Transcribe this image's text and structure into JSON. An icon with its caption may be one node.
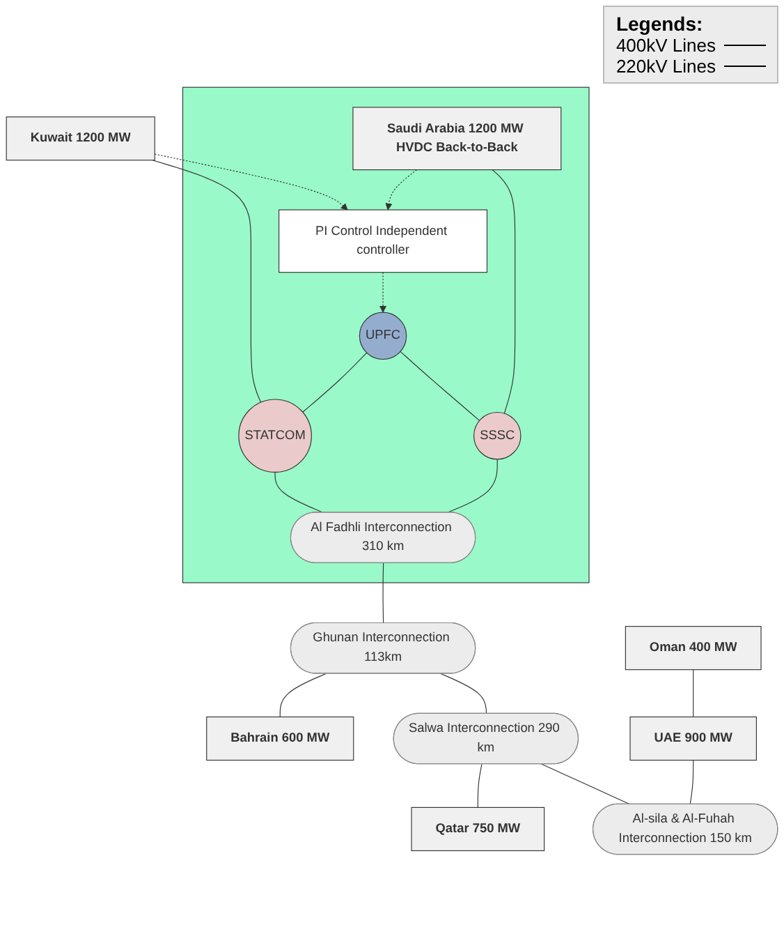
{
  "diagram": {
    "nodes": [
      {
        "text": [],
        "shape": "box"
      },
      {
        "text": [
          "PI Control Independent controller"
        ],
        "in": 0
      },
      {
        "text": [
          "Kuwait 1200 MW"
        ]
      },
      {
        "text": [
          "UPFC"
        ],
        "in": 0
      },
      {
        "text": [
          "STATCOM"
        ],
        "in": 0
      },
      {
        "text": [
          "Saudi Arabia 1200 MW HVDC Back-to-Back"
        ],
        "in": 0
      },
      {
        "text": [
          "SSSC"
        ],
        "in": 0
      },
      {
        "text": [
          "Al Fadhli Interconnection 310 km"
        ],
        "in": 0
      },
      {
        "text": [
          "Ghunan Interconnection 113km"
        ]
      },
      {
        "text": [
          "Bahrain 600 MW"
        ]
      },
      {
        "text": [
          "Salwa Interconnection 290 km"
        ]
      },
      {
        "text": [
          "Qatar 750 MW"
        ]
      },
      {
        "text": [
          "Oman 400 MW"
        ]
      },
      {
        "text": [
          "UAE 900 MW"
        ]
      },
      {
        "text": [
          "Al-sila & Al-Fuhah Interconnection 150 km"
        ]
      }
    ],
    "edges": [
      {
        "from": 2,
        "to": 1,
        "arrow": "to",
        "style": "dashed"
      },
      {
        "from": 1,
        "to": 3,
        "arrow": "to",
        "style": "dashed"
      },
      {
        "from": 5,
        "to": 1,
        "arrow": "to",
        "style": "dashed"
      },
      {
        "from": 2,
        "to": 4,
        "arrow": "none"
      },
      {
        "from": 3,
        "to": 4,
        "arrow": "none"
      },
      {
        "from": 3,
        "to": 6,
        "arrow": "none"
      },
      {
        "from": 4,
        "to": 7,
        "arrow": "none"
      },
      {
        "from": 5,
        "to": 6,
        "arrow": "none"
      },
      {
        "from": 6,
        "to": 7,
        "arrow": "none"
      },
      {
        "from": 7,
        "to": 8,
        "arrow": "none"
      },
      {
        "from": 8,
        "to": 9,
        "arrow": "none"
      },
      {
        "from": 8,
        "to": 10,
        "arrow": "none"
      },
      {
        "from": 10,
        "to": 11,
        "arrow": "none"
      },
      {
        "from": 10,
        "to": 14,
        "arrow": "none"
      },
      {
        "from": 12,
        "to": 13,
        "arrow": "none"
      },
      {
        "from": 13,
        "to": 14,
        "arrow": "none"
      }
    ],
    "labels": [
      "Legends:"
    ],
    "legend": [
      {
        "text": "400kV Lines"
      },
      {
        "text": "220kV Lines"
      }
    ]
  }
}
